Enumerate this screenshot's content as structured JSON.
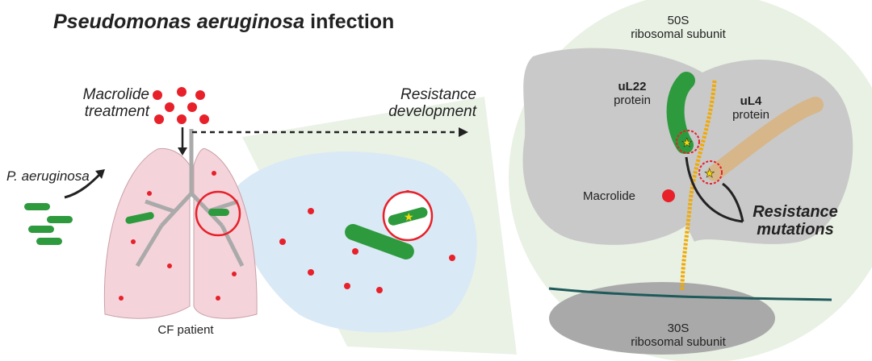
{
  "title": {
    "italic": "Pseudomonas aeruginosa",
    "rest": " infection"
  },
  "labels": {
    "macrolide_treatment": [
      "Macrolide",
      "treatment"
    ],
    "resistance_development": [
      "Resistance",
      "development"
    ],
    "p_aeruginosa": "P. aeruginosa",
    "cf_patient": "CF patient",
    "subunit_50s": [
      "50S",
      "ribosomal subunit"
    ],
    "subunit_30s": [
      "30S",
      "ribosomal subunit"
    ],
    "ul22": [
      "uL22",
      "protein"
    ],
    "ul4": [
      "uL4",
      "protein"
    ],
    "macrolide": "Macrolide",
    "resistance_mutations": [
      "Resistance",
      "mutations"
    ]
  },
  "colors": {
    "bacteria": "#2e9a3e",
    "drug": "#e8202a",
    "lung": "#f4d4da",
    "zoom_bg": "#dbeaf6",
    "ribosome_bg": "#e7f0e2",
    "ribosome": "#c9c9c9",
    "ul4": "#d7b68a",
    "rna": "#f2a900"
  }
}
